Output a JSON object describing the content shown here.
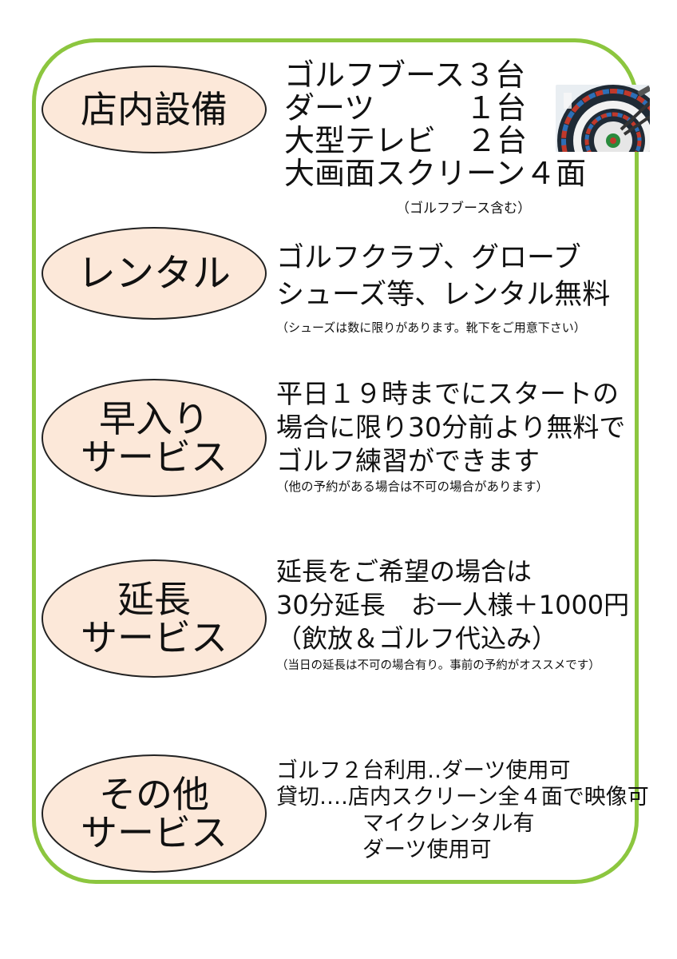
{
  "sections": {
    "equipment": {
      "label": "店内設備",
      "lines": [
        "ゴルフブース３台",
        "ダーツ　　　１台",
        "大型テレビ　２台",
        "大画面スクリーン４面"
      ],
      "note": "（ゴルフブース含む）"
    },
    "rental": {
      "label": "レンタル",
      "lines": [
        "ゴルフクラブ、グローブ",
        "シューズ等、レンタル無料"
      ],
      "note": "（シューズは数に限りがあります。靴下をご用意下さい）"
    },
    "early": {
      "label_lines": [
        "早入り",
        "サービス"
      ],
      "lines": [
        "平日１９時までにスタートの",
        "場合に限り30分前より無料で",
        "ゴルフ練習ができます"
      ],
      "note": "（他の予約がある場合は不可の場合があります）"
    },
    "extension": {
      "label_lines": [
        "延長",
        "サービス"
      ],
      "lines": [
        "延長をご希望の場合は",
        "30分延長　お一人様＋1000円",
        "（飲放＆ゴルフ代込み）"
      ],
      "note": "（当日の延長は不可の場合有り。事前の予約がオススメです）"
    },
    "other": {
      "label_lines": [
        "その他",
        "サービス"
      ],
      "lines": [
        "ゴルフ２台利用‥ダーツ使用可",
        "貸切‥‥店内スクリーン全４面で映像可",
        "　　　　マイクレンタル有",
        "　　　　ダーツ使用可"
      ]
    }
  },
  "colors": {
    "frame": "#8cc63f",
    "oval_fill": "#fce8d9"
  },
  "icons": {
    "dartboard": "dartboard-photo"
  }
}
